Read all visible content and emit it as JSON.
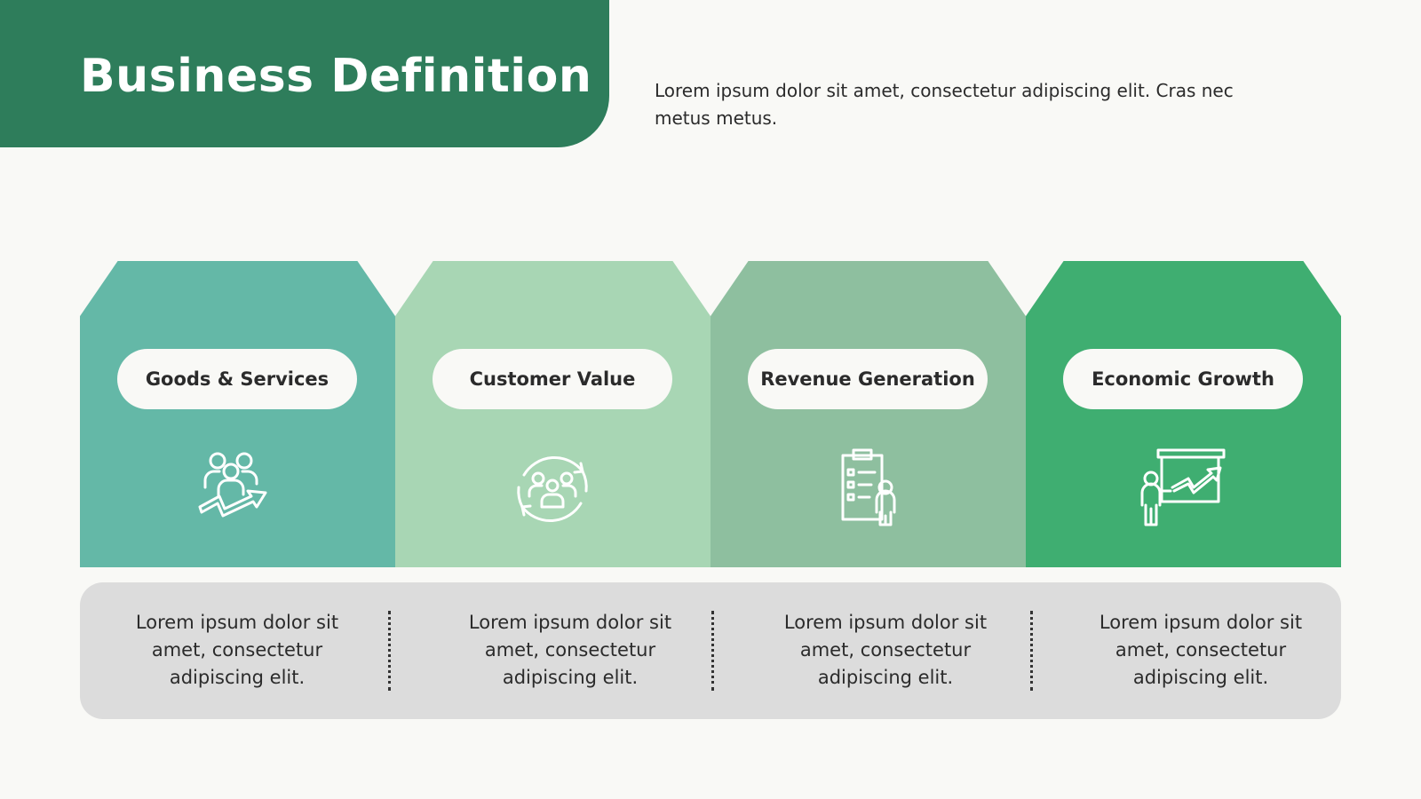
{
  "title": "Business Definition",
  "intro": "Lorem ipsum dolor sit amet, consectetur adipiscing elit. Cras nec metus metus.",
  "colors": {
    "banner": "#2e7d5b",
    "background": "#f9f9f6",
    "stage_1": "#64b8a7",
    "stage_2": "#a8d6b4",
    "stage_3": "#8ebf9f",
    "stage_4": "#3fae71",
    "description_panel": "#dcdcdc"
  },
  "stages": [
    {
      "label": "Goods & Services",
      "icon": "people-growth-arrow-icon",
      "description": "Lorem ipsum dolor sit amet, consectetur adipiscing elit."
    },
    {
      "label": "Customer Value",
      "icon": "customer-cycle-icon",
      "description": "Lorem ipsum dolor sit amet, consectetur adipiscing elit."
    },
    {
      "label": "Revenue Generation",
      "icon": "checklist-person-icon",
      "description": "Lorem ipsum dolor sit amet, consectetur adipiscing elit."
    },
    {
      "label": "Economic Growth",
      "icon": "presentation-growth-icon",
      "description": "Lorem ipsum dolor sit amet, consectetur adipiscing elit."
    }
  ]
}
